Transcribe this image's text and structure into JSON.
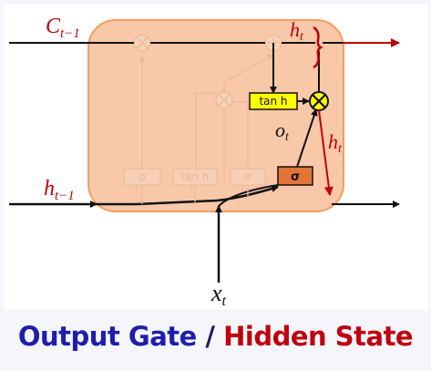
{
  "labels": {
    "cell_state_prev": "C",
    "cell_state_prev_sub": "t−1",
    "hidden_prev": "h",
    "hidden_prev_sub": "t−1",
    "input": "x",
    "input_sub": "t",
    "hidden_out_top": "h",
    "hidden_out_top_sub": "t",
    "hidden_out_right": "h",
    "hidden_out_right_sub": "t",
    "output_gate": "o",
    "output_gate_sub": "t"
  },
  "boxes": {
    "tanh_active": "tan h",
    "sigma_active": "σ",
    "sigma_faded_1": "σ",
    "tanh_faded": "tan h",
    "sigma_faded_2": "σ"
  },
  "caption": {
    "part1": "Output Gate",
    "separator": " / ",
    "part2": "Hidden State"
  },
  "colors": {
    "cell_fill": "#f9c8a8",
    "cell_border": "#f0a060",
    "red": "#c0000c",
    "blue": "#1d1db0",
    "yellow": "#ffff00",
    "sigma_box": "#e2743a"
  }
}
